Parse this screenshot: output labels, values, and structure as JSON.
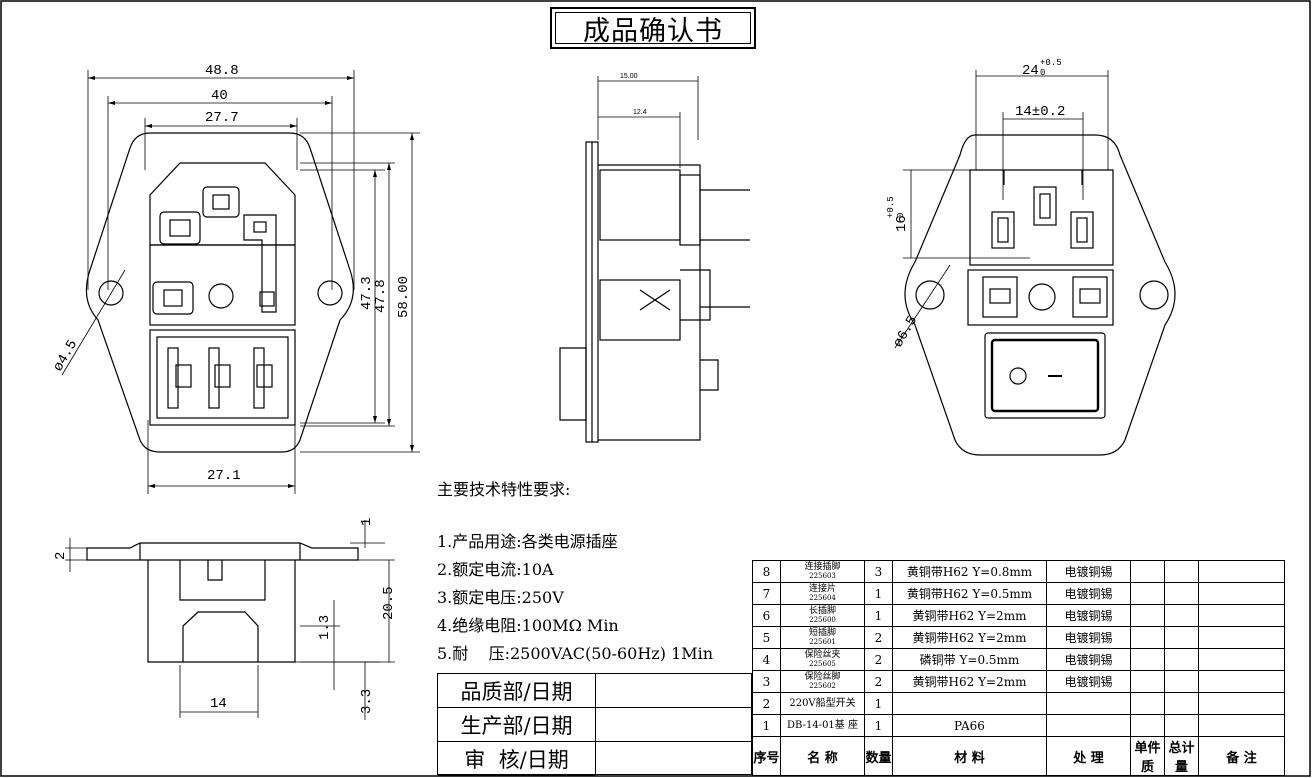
{
  "title": "成品确认书",
  "front_view": {
    "dims": [
      "48.8",
      "40",
      "27.7",
      "47.3",
      "47.8",
      "58.00",
      "27.1",
      "ø4.5"
    ]
  },
  "side_view": {
    "dims": [
      "15.00",
      "12.4"
    ]
  },
  "right_view": {
    "dims": [
      "24",
      "+0.5",
      "0",
      "14±0.2",
      "16",
      "+0.5",
      "0",
      "ø6.5"
    ]
  },
  "bottom_view": {
    "dims": [
      "1",
      "2",
      "20.5",
      "1.3",
      "3.3",
      "14"
    ]
  },
  "requirements": {
    "heading": "主要技术特性要求:",
    "items": [
      "1.产品用途:各类电源插座",
      "2.额定电流:10A",
      "3.额定电压:250V",
      "4.绝缘电阻:100MΩ  Min",
      "5.耐    压:2500VAC(50-60Hz) 1Min"
    ]
  },
  "signoff": [
    "品质部/日期",
    "生产部/日期",
    "审  核/日期"
  ],
  "bom": {
    "rows": [
      {
        "no": "8",
        "name": "连接插脚",
        "code": "225603",
        "qty": "3",
        "material": "黄铜带H62 Y=0.8mm",
        "process": "电镀铜锡"
      },
      {
        "no": "7",
        "name": "连接片",
        "code": "225604",
        "qty": "1",
        "material": "黄铜带H62 Y=0.5mm",
        "process": "电镀铜锡"
      },
      {
        "no": "6",
        "name": "长插脚",
        "code": "225600",
        "qty": "1",
        "material": "黄铜带H62 Y=2mm",
        "process": "电镀铜锡"
      },
      {
        "no": "5",
        "name": "短插脚",
        "code": "225601",
        "qty": "2",
        "material": "黄铜带H62 Y=2mm",
        "process": "电镀铜锡"
      },
      {
        "no": "4",
        "name": "保险丝夹",
        "code": "225605",
        "qty": "2",
        "material": "磷铜带 Y=0.5mm",
        "process": "电镀铜锡"
      },
      {
        "no": "3",
        "name": "保险丝脚",
        "code": "225602",
        "qty": "2",
        "material": "黄铜带H62 Y=2mm",
        "process": "电镀铜锡"
      },
      {
        "no": "2",
        "name": "220V船型开关",
        "code": "",
        "qty": "1",
        "material": "",
        "process": ""
      },
      {
        "no": "1",
        "name": "DB-14-01基 座",
        "code": "",
        "qty": "1",
        "material": "PA66",
        "process": ""
      }
    ],
    "header": {
      "no": "序号",
      "name": "名  称",
      "qty": "数量",
      "material": "材  料",
      "process": "处  理",
      "unit": "单件 质",
      "total": "总计 量",
      "note": "备 注"
    }
  }
}
